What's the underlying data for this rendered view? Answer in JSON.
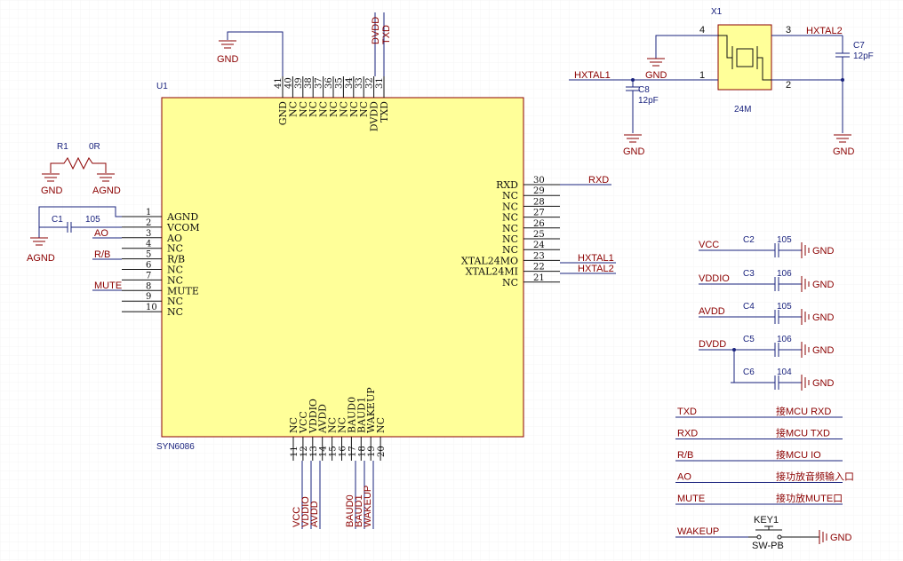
{
  "chip": {
    "designator": "U1",
    "part": "SYN6086",
    "left_pins": [
      {
        "num": "1",
        "name": "AGND"
      },
      {
        "num": "2",
        "name": "VCOM"
      },
      {
        "num": "3",
        "name": "AO"
      },
      {
        "num": "4",
        "name": "NC"
      },
      {
        "num": "5",
        "name": "R/B"
      },
      {
        "num": "6",
        "name": "NC"
      },
      {
        "num": "7",
        "name": "NC"
      },
      {
        "num": "8",
        "name": "MUTE"
      },
      {
        "num": "9",
        "name": "NC"
      },
      {
        "num": "10",
        "name": "NC"
      }
    ],
    "right_pins": [
      {
        "num": "30",
        "name": "RXD"
      },
      {
        "num": "29",
        "name": "NC"
      },
      {
        "num": "28",
        "name": "NC"
      },
      {
        "num": "27",
        "name": "NC"
      },
      {
        "num": "26",
        "name": "NC"
      },
      {
        "num": "25",
        "name": "NC"
      },
      {
        "num": "24",
        "name": "NC"
      },
      {
        "num": "23",
        "name": "XTAL24MO"
      },
      {
        "num": "22",
        "name": "XTAL24MI"
      },
      {
        "num": "21",
        "name": "NC"
      }
    ],
    "top_pins": [
      {
        "num": "41",
        "name": "GND"
      },
      {
        "num": "40",
        "name": "NC"
      },
      {
        "num": "39",
        "name": "NC"
      },
      {
        "num": "38",
        "name": "NC"
      },
      {
        "num": "37",
        "name": "NC"
      },
      {
        "num": "36",
        "name": "NC"
      },
      {
        "num": "35",
        "name": "NC"
      },
      {
        "num": "34",
        "name": "NC"
      },
      {
        "num": "33",
        "name": "NC"
      },
      {
        "num": "32",
        "name": "DVDD"
      },
      {
        "num": "31",
        "name": "TXD"
      }
    ],
    "bottom_pins": [
      {
        "num": "11",
        "name": "NC"
      },
      {
        "num": "12",
        "name": "VCC"
      },
      {
        "num": "13",
        "name": "VDDIO"
      },
      {
        "num": "14",
        "name": "AVDD"
      },
      {
        "num": "15",
        "name": "NC"
      },
      {
        "num": "16",
        "name": "NC"
      },
      {
        "num": "17",
        "name": "BAUD0"
      },
      {
        "num": "18",
        "name": "BAUD1"
      },
      {
        "num": "19",
        "name": "WAKEUP"
      },
      {
        "num": "20",
        "name": "NC"
      }
    ]
  },
  "nets": {
    "gnd": "GND",
    "agnd": "AGND",
    "ao": "AO",
    "rb": "R/B",
    "mute": "MUTE",
    "rxd": "RXD",
    "txd": "TXD",
    "dvdd": "DVDD",
    "hxtal1": "HXTAL1",
    "hxtal2": "HXTAL2",
    "vcc": "VCC",
    "vddio": "VDDIO",
    "avdd": "AVDD",
    "baud0": "BAUD0",
    "baud1": "BAUD1",
    "wakeup": "WAKEUP"
  },
  "components": {
    "r1": {
      "ref": "R1",
      "value": "0R"
    },
    "c1": {
      "ref": "C1",
      "value": "105"
    },
    "x1": {
      "ref": "X1",
      "value": "24M",
      "pins": [
        "4",
        "3",
        "1",
        "2"
      ]
    },
    "c7": {
      "ref": "C7",
      "value": "12pF"
    },
    "c8": {
      "ref": "C8",
      "value": "12pF"
    },
    "c2": {
      "ref": "C2",
      "value": "105"
    },
    "c3": {
      "ref": "C3",
      "value": "106"
    },
    "c4": {
      "ref": "C4",
      "value": "105"
    },
    "c5": {
      "ref": "C5",
      "value": "106"
    },
    "c6": {
      "ref": "C6",
      "value": "104"
    },
    "key1": {
      "ref": "KEY1",
      "value": "SW-PB"
    }
  },
  "decoupling": [
    {
      "net": "VCC",
      "ref": "C2",
      "value": "105"
    },
    {
      "net": "VDDIO",
      "ref": "C3",
      "value": "106"
    },
    {
      "net": "AVDD",
      "ref": "C4",
      "value": "105"
    },
    {
      "net": "DVDD",
      "ref": "C5",
      "value": "106"
    },
    {
      "net": "",
      "ref": "C6",
      "value": "104"
    }
  ],
  "connections": [
    {
      "net": "TXD",
      "desc": "接MCU RXD"
    },
    {
      "net": "RXD",
      "desc": "接MCU TXD"
    },
    {
      "net": "R/B",
      "desc": "接MCU IO"
    },
    {
      "net": "AO",
      "desc": "接功放音频输入口"
    },
    {
      "net": "MUTE",
      "desc": "接功放MUTE口"
    }
  ],
  "wakeup": {
    "net": "WAKEUP",
    "gnd": "GND"
  }
}
